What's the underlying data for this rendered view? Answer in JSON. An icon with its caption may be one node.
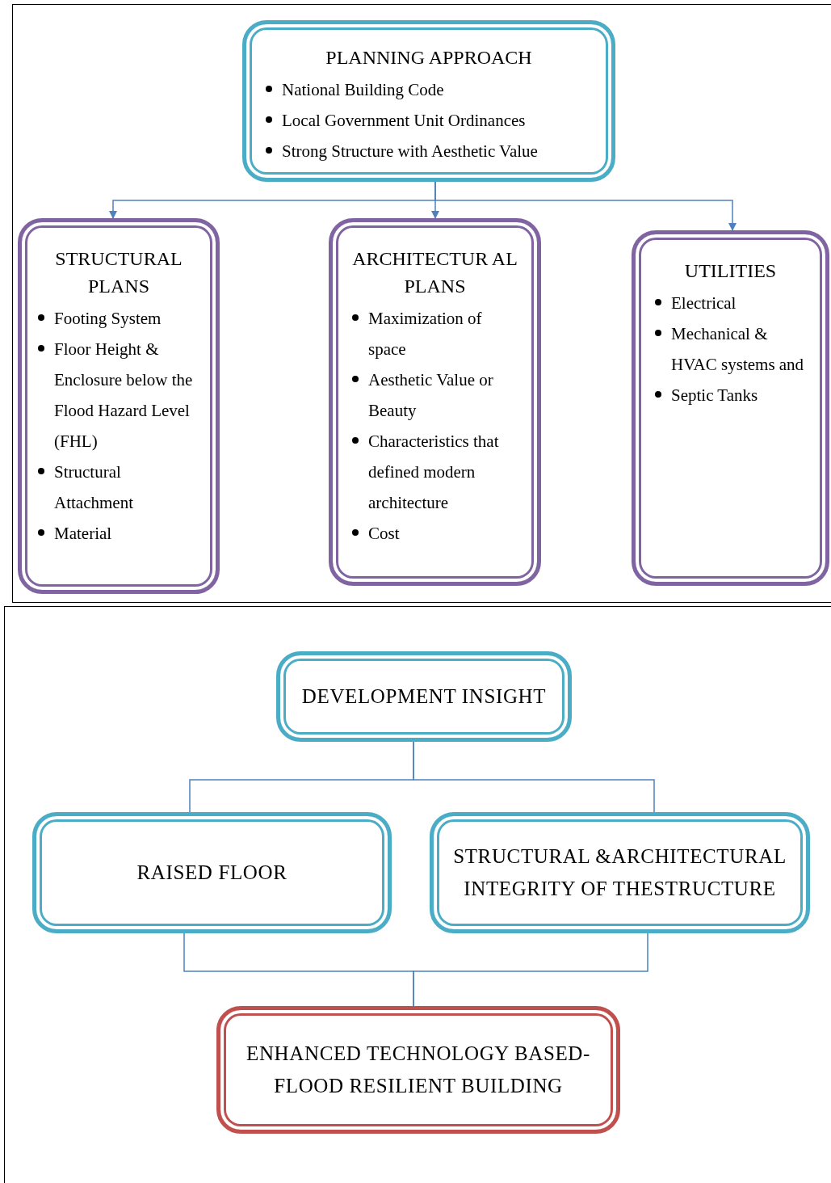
{
  "diagram": {
    "nodes": [
      {
        "text": [
          "PLANNING APPROACH",
          "National Building Code",
          "Local Government Unit Ordinances",
          "Strong Structure with Aesthetic Value"
        ]
      },
      {
        "text": [
          "STRUCTURAL PLANS",
          "Footing System",
          "Floor Height & Enclosure below the Flood Hazard Level (FHL)",
          "Structural Attachment",
          "Material"
        ]
      },
      {
        "text": [
          "ARCHITECTUR AL PLANS",
          "Maximization of space",
          "Aesthetic Value or Beauty",
          "Characteristics that defined modern architecture",
          "Cost"
        ]
      },
      {
        "text": [
          "UTILITIES",
          "Electrical",
          "Mechanical & HVAC systems and",
          "Septic Tanks"
        ]
      },
      {
        "text": [
          "DEVELOPMENT INSIGHT"
        ]
      },
      {
        "text": [
          "RAISED FLOOR"
        ]
      },
      {
        "text": [
          "STRUCTURAL &ARCHITECTURAL INTEGRITY OF THESTRUCTURE"
        ]
      },
      {
        "text": [
          "ENHANCED TECHNOLOGY BASED- FLOOD RESILIENT BUILDING"
        ]
      }
    ],
    "edges": [
      {
        "from": 0,
        "to": 1,
        "arrow": "to"
      },
      {
        "from": 0,
        "to": 2,
        "arrow": "to"
      },
      {
        "from": 0,
        "to": 3,
        "arrow": "to"
      },
      {
        "from": 4,
        "to": 5,
        "arrow": "none"
      },
      {
        "from": 4,
        "to": 6,
        "arrow": "none"
      },
      {
        "from": 5,
        "to": 7,
        "arrow": "none"
      },
      {
        "from": 6,
        "to": 7,
        "arrow": "none"
      }
    ]
  }
}
